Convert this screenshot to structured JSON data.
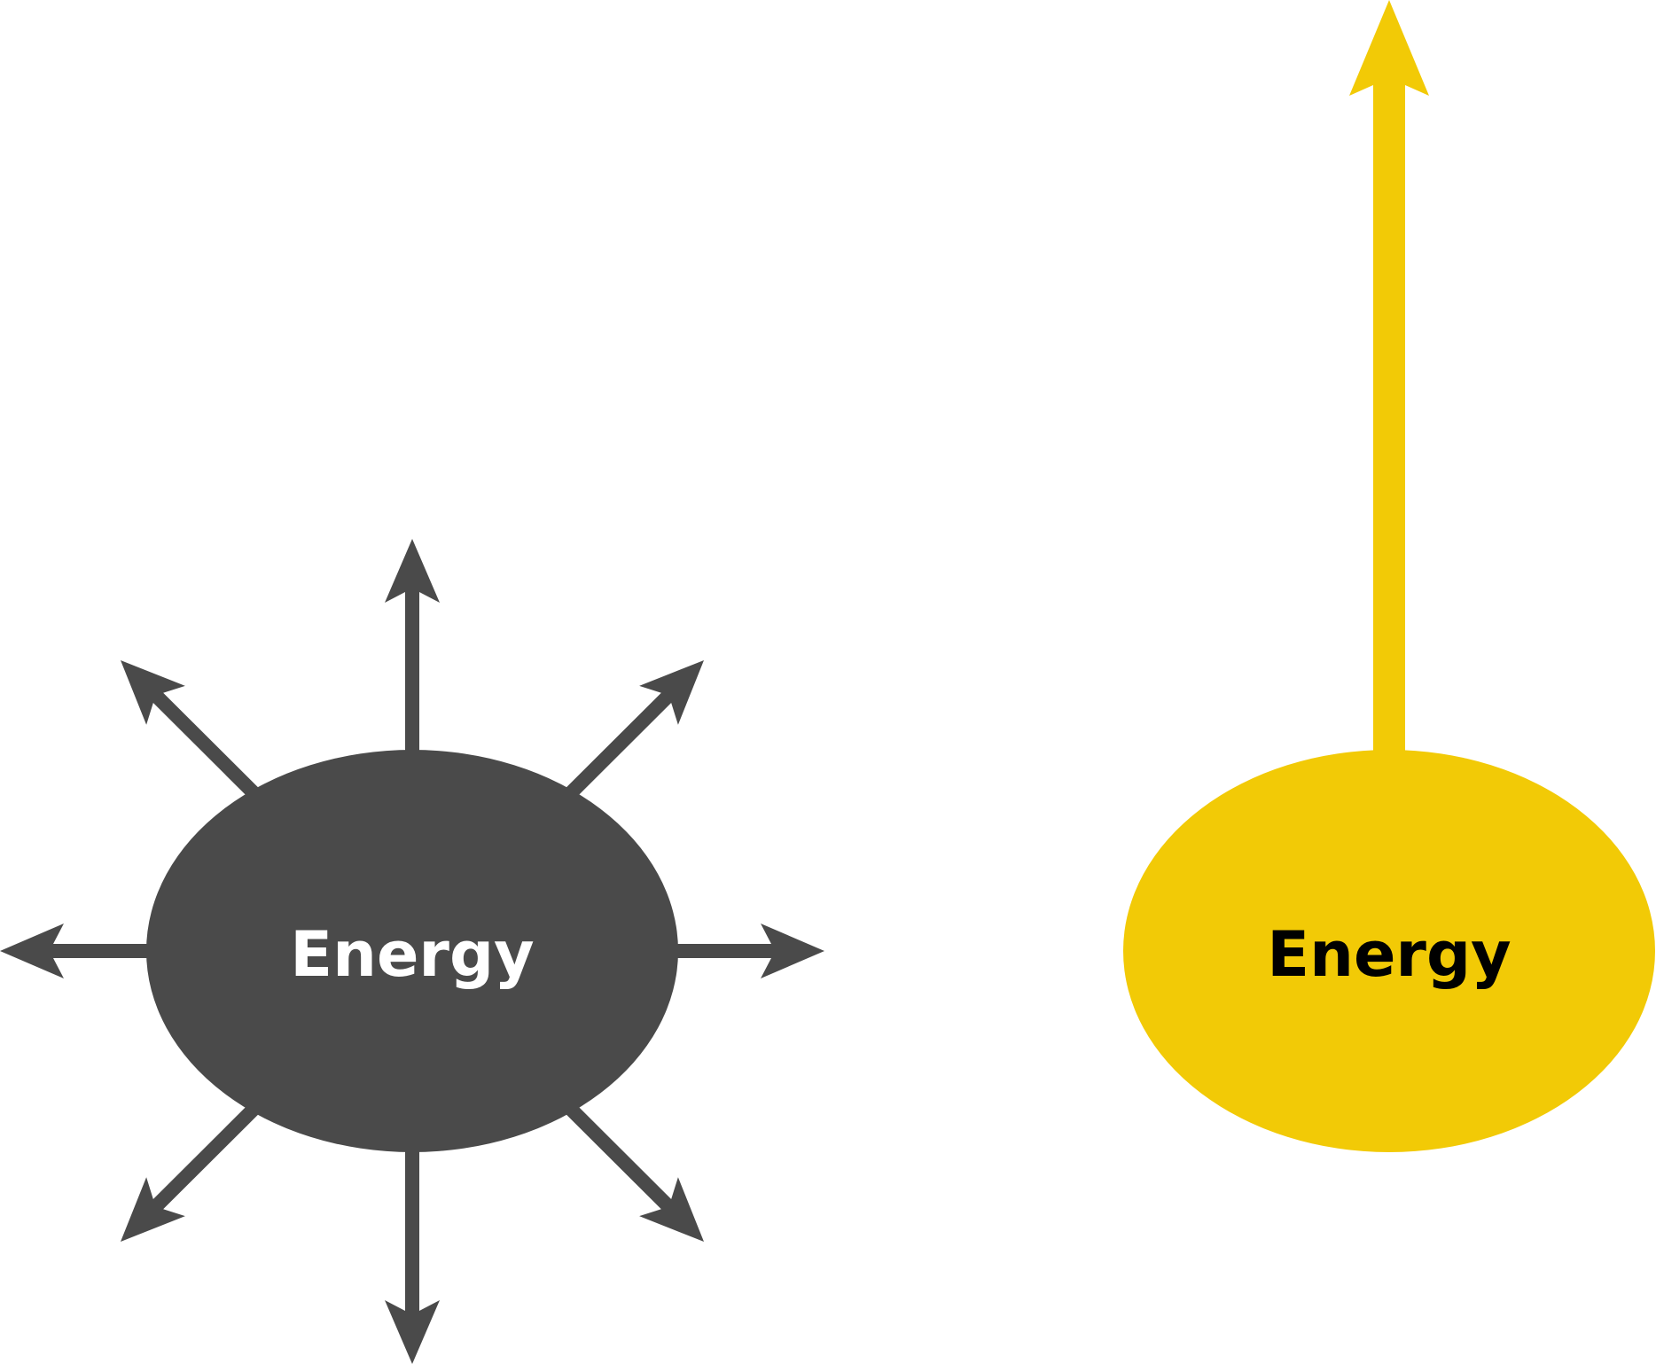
{
  "colors": {
    "dark": "#4a4a4a",
    "yellow": "#f2ca06",
    "dark_text": "#ffffff",
    "yellow_text": "#000000"
  },
  "left_node": {
    "label": "Energy",
    "description_icon": "radiating-arrows"
  },
  "right_node": {
    "label": "Energy",
    "description_icon": "single-up-arrow"
  }
}
